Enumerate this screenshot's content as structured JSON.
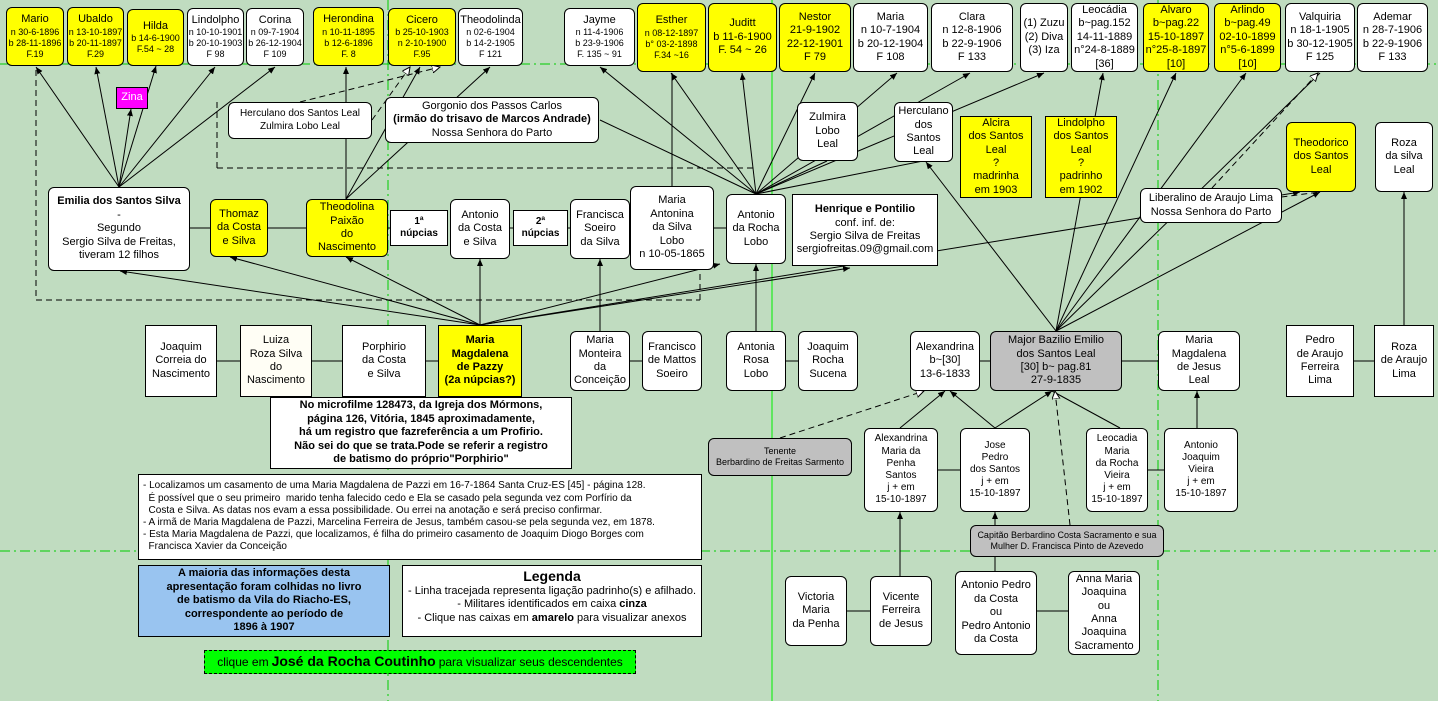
{
  "colors": {
    "background": "#c0dcc0",
    "highlight": "#ffff00",
    "military": "#c0c0c0",
    "note_blue": "#99c4f0",
    "link_green": "#00ff00",
    "guide_green": "#00cc00"
  },
  "top_row": [
    {
      "id": "mario",
      "lines": [
        "Mario",
        "n 30-6-1896",
        "b 28-11-1896",
        "F.19"
      ]
    },
    {
      "id": "ubaldo",
      "lines": [
        "Ubaldo",
        "n 13-10-1897",
        "b 20-11-1897",
        "F.29"
      ]
    },
    {
      "id": "hilda",
      "lines": [
        "Hilda",
        "b 14-6-1900",
        "F.54 ~ 28"
      ]
    },
    {
      "id": "lindolpho",
      "lines": [
        "Lindolpho",
        "n 10-10-1901",
        "b 20-10-1903",
        "F 98"
      ]
    },
    {
      "id": "corina",
      "lines": [
        "Corina",
        "n 09-7-1904",
        "b 26-12-1904",
        "F 109"
      ]
    },
    {
      "id": "herondina",
      "lines": [
        "Herondina",
        "n 10-11-1895",
        "b 12-6-1896",
        "F. 8"
      ]
    },
    {
      "id": "cicero",
      "lines": [
        "Cicero",
        "b 25-10-1903",
        "n 2-10-1900",
        "F.95"
      ]
    },
    {
      "id": "theodolinda",
      "lines": [
        "Theodolinda",
        "n 02-6-1904",
        "b 14-2-1905",
        "F 121"
      ]
    },
    {
      "id": "jayme",
      "lines": [
        "Jayme",
        "n 11-4-1906",
        "b 23-9-1906",
        "F. 135 ~ 91"
      ]
    },
    {
      "id": "esther",
      "lines": [
        "Esther",
        "n 08-12-1897",
        "b° 03-2-1898",
        "F.34 ~16"
      ]
    },
    {
      "id": "juditt",
      "lines": [
        "Juditt",
        "b 11-6-1900",
        "F. 54 ~ 26"
      ]
    },
    {
      "id": "nestor",
      "lines": [
        "Nestor",
        "21-9-1902",
        "22-12-1901",
        "F 79"
      ]
    },
    {
      "id": "maria_t",
      "lines": [
        "Maria",
        "n 10-7-1904",
        "b 20-12-1904",
        "F 108"
      ]
    },
    {
      "id": "clara",
      "lines": [
        "Clara",
        "n 12-8-1906",
        "b 22-9-1906",
        "F 133"
      ]
    },
    {
      "id": "zuzu",
      "lines": [
        "(1) Zuzu",
        "(2) Diva",
        "(3) Iza"
      ]
    },
    {
      "id": "leocadia_t",
      "lines": [
        "Leocádia",
        "b~pag.152",
        "14-11-1889",
        "n°24-8-1889",
        "[36]"
      ]
    },
    {
      "id": "alvaro",
      "lines": [
        "Alvaro",
        "b~pag.22",
        "15-10-1897",
        "n°25-8-1897",
        "[10]"
      ]
    },
    {
      "id": "arlindo",
      "lines": [
        "Arlindo",
        "b~pag.49",
        "02-10-1899",
        "n°5-6-1899",
        "[10]"
      ]
    },
    {
      "id": "valquiria",
      "lines": [
        "Valquiria",
        "n 18-1-1905",
        "b 30-12-1905",
        "F 125"
      ]
    },
    {
      "id": "ademar",
      "lines": [
        "Ademar",
        "n 28-7-1906",
        "b 22-9-1906",
        "F 133"
      ]
    }
  ],
  "labels": {
    "zina": "Zina",
    "herculano_zulmira": [
      "Herculano dos  Santos Leal",
      "Zulmira Lobo Leal"
    ],
    "gorgonio": [
      "Gorgonio dos Passos Carlos",
      "(irmão do trisavo de Marcos Andrade)",
      "Nossa Senhora do Parto"
    ],
    "zulmira": [
      "Zulmira",
      "Lobo",
      "Leal"
    ],
    "herculano": [
      "Herculano",
      "dos",
      "Santos",
      "Leal"
    ],
    "alcira": [
      "Alcira",
      "dos Santos",
      "Leal",
      "?",
      "madrinha",
      "em 1903"
    ],
    "lindolpho_pad": [
      "Lindolpho",
      "dos Santos",
      "Leal",
      "?",
      "padrinho",
      "em 1902"
    ],
    "theodorico": [
      "Theodorico",
      "dos Santos",
      "Leal"
    ],
    "roza_silva": [
      "Roza",
      "da silva",
      "Leal"
    ],
    "liberalino": [
      "Liberalino de Araujo Lima",
      "Nossa Senhora do Parto"
    ],
    "emilia": [
      "Emilia dos Santos Silva",
      "-",
      "Segundo",
      "Sergio Silva de Freitas,",
      "tiveram 12 filhos"
    ],
    "thomaz": [
      "Thomaz",
      "da Costa",
      "e Silva"
    ],
    "theodolina": [
      "Theodolina",
      "Paixão",
      "do",
      "Nascimento"
    ],
    "nupcias1": [
      "1ª",
      "núpcias"
    ],
    "antonio_cs": [
      "Antonio",
      "da Costa",
      "e Silva"
    ],
    "nupcias2": [
      "2ª",
      "núpcias"
    ],
    "francisca": [
      "Francisca",
      "Soeiro",
      "da Silva"
    ],
    "maria_antonina": [
      "Maria",
      "Antonina",
      "da Silva",
      "Lobo",
      "n 10-05-1865"
    ],
    "antonio_rl": [
      "Antonio",
      "da Rocha",
      "Lobo"
    ],
    "henrique": [
      "Henrique e Pontilio",
      "conf. inf. de:",
      "Sergio Silva de Freitas",
      "sergiofreitas.09@gmail.com"
    ],
    "joaquim_cn": [
      "Joaquim",
      "Correia do",
      "Nascimento"
    ],
    "luiza": [
      "Luiza",
      "Roza Silva",
      "do",
      "Nascimento"
    ],
    "porphirio": [
      "Porphirio",
      "da Costa",
      "e Silva"
    ],
    "maria_mag": [
      "Maria",
      "Magdalena",
      "de Pazzy",
      "(2a núpcias?)"
    ],
    "maria_mc": [
      "Maria",
      "Monteira",
      "da",
      "Conceição"
    ],
    "francisco": [
      "Francisco",
      "de Mattos",
      "Soeiro"
    ],
    "antonia": [
      "Antonia",
      "Rosa",
      "Lobo"
    ],
    "joaquim_rs": [
      "Joaquim",
      "Rocha",
      "Sucena"
    ],
    "alexandrina_b": [
      "Alexandrina",
      "b~[30]",
      "13-6-1833"
    ],
    "major": [
      "Major Bazilio Emilio",
      "dos Santos Leal",
      "[30] b~ pag.81",
      "27-9-1835"
    ],
    "maria_mjl": [
      "Maria",
      "Magdalena",
      "de Jesus",
      "Leal"
    ],
    "pedro": [
      "Pedro",
      "de Araujo",
      "Ferreira",
      "Lima"
    ],
    "roza_araujo": [
      "Roza",
      "de Araujo",
      "Lima"
    ],
    "microfilme": [
      "No microfilme 128473, da Igreja dos Mórmons,",
      "página 126, Vitória, 1845 aproximadamente,",
      "há um registro que fazreferência a um Profirio.",
      "Não sei do que se trata.Pode se referir a registro",
      "de batismo do próprio\"Porphirio\""
    ],
    "tenente": [
      "Tenente",
      "Berbardino de Freitas Sarmento"
    ],
    "alexandrina_mps": [
      "Alexandrina",
      "Maria da",
      "Penha",
      "Santos",
      "j + em",
      "15-10-1897"
    ],
    "jose_pedro": [
      "Jose",
      "Pedro",
      "dos Santos",
      "j + em",
      "15-10-1897"
    ],
    "leocadia_mrv": [
      "Leocadia",
      "Maria",
      "da Rocha",
      "Vieira",
      "j + em",
      "15-10-1897"
    ],
    "antonio_jv": [
      "Antonio",
      "Joaquim",
      "Vieira",
      "j + em",
      "15-10-1897"
    ],
    "capitao": [
      "Capitão Berbardino Costa Sacramento e sua",
      "Mulher D. Francisca Pinto de Azevedo"
    ],
    "notes": [
      "- Localizamos um casamento de uma Maria Magdalena de Pazzi em 16-7-1864 Santa Cruz-ES [45] - página 128.",
      "  É possível que o seu primeiro  marido tenha falecido cedo e Ela se casado pela segunda vez com Porfírio da",
      "  Costa e Silva. As datas nos evam a essa possibilidade. Ou errei na anotação e será preciso confirmar.",
      "- A irmã de Maria Magdalena de Pazzi, Marcelina Ferreira de Jesus, também casou-se pela segunda vez, em 1878.",
      "- Esta Maria Magdalena de Pazzi, que localizamos, é filha do primeiro casamento de Joaquim Diogo Borges com",
      "  Francisca Xavier da Conceição"
    ],
    "maioria": [
      "A maioria das informações desta",
      "apresentação foram colhidas no livro",
      "de batismo da Vila do Riacho-ES,",
      "correspondente ao período de",
      "1896 à 1907"
    ],
    "legenda_title": "Legenda",
    "legenda_l1": "- Linha tracejada representa ligação padrinho(s) e afilhado.",
    "legenda_l2a": "- Militares identificados em caixa ",
    "legenda_l2b": "cinza",
    "legenda_l3a": "- Clique nas caixas em ",
    "legenda_l3b": "amarelo",
    "legenda_l3c": " para visualizar anexos",
    "clique_a": "clique em ",
    "clique_b": "José da Rocha Coutinho",
    "clique_c": " para visualizar seus descendentes",
    "victoria": [
      "Victoria",
      "Maria",
      "da Penha"
    ],
    "vicente": [
      "Vicente",
      "Ferreira",
      "de Jesus"
    ],
    "antonio_pedro": [
      "Antonio Pedro",
      "da Costa",
      "ou",
      "Pedro Antonio",
      "da Costa"
    ],
    "anna_maria": [
      "Anna Maria",
      "Joaquina",
      "ou",
      "Anna",
      "Joaquina",
      "Sacramento"
    ]
  }
}
